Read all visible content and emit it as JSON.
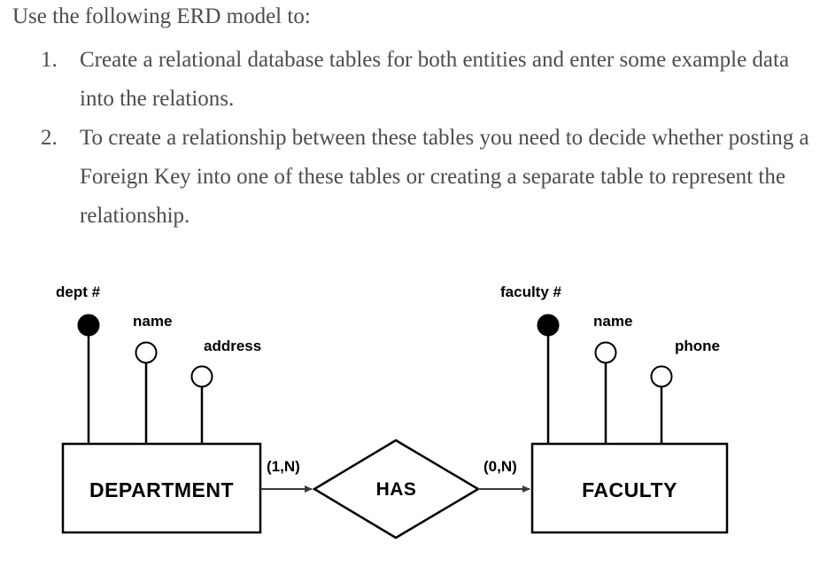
{
  "document": {
    "intro": "Use the following ERD model to:",
    "tasks": [
      {
        "marker": "1.",
        "text": "Create a relational database tables for both entities and enter some example data into the relations."
      },
      {
        "marker": "2.",
        "text": "To create a relationship between these tables you need to decide whether posting a Foreign Key into one of these tables or creating a separate table to represent the relationship."
      }
    ]
  },
  "diagram": {
    "type": "entity-relationship-diagram",
    "colors": {
      "stroke": "#000000",
      "fill": "#ffffff",
      "text": "#000000",
      "prose_text": "#4c4c4c",
      "connector": "#3a3a3a"
    },
    "entities": [
      {
        "name": "DEPARTMENT",
        "attributes": [
          {
            "label": "dept #",
            "key": true
          },
          {
            "label": "name",
            "key": false
          },
          {
            "label": "address",
            "key": false
          }
        ]
      },
      {
        "name": "FACULTY",
        "attributes": [
          {
            "label": "faculty #",
            "key": true
          },
          {
            "label": "name",
            "key": false
          },
          {
            "label": "phone",
            "key": false
          }
        ]
      }
    ],
    "relationship": {
      "name": "HAS",
      "left_cardinality": "(1,N)",
      "right_cardinality": "(0,N)"
    }
  }
}
